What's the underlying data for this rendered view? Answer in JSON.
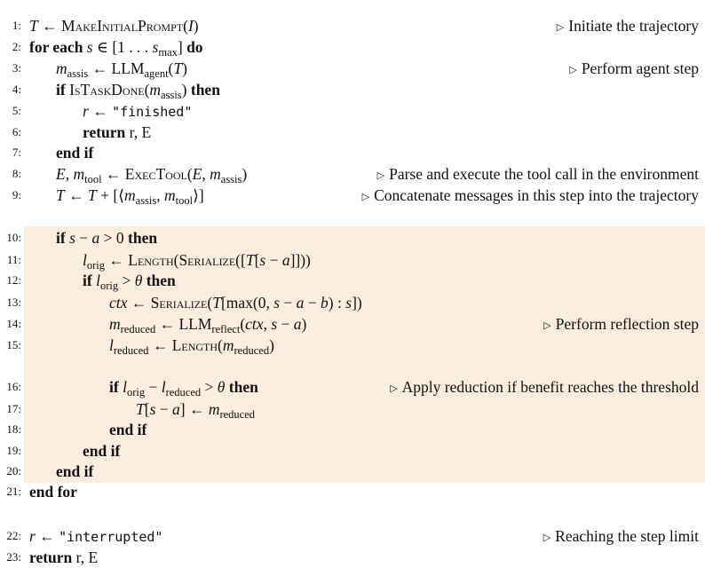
{
  "algorithm": {
    "lines": [
      {
        "no": "1:",
        "code": [
          [
            "i",
            "T"
          ],
          [
            "r",
            " ← "
          ],
          [
            "s",
            "MakeInitialPrompt"
          ],
          [
            "r",
            "("
          ],
          [
            "i",
            "I"
          ],
          [
            "r",
            ")"
          ]
        ],
        "comment": "Initiate the trajectory"
      },
      {
        "no": "2:",
        "code": [
          [
            "b",
            "for each "
          ],
          [
            "i",
            "s"
          ],
          [
            "r",
            " ∈ [1 . . . "
          ],
          [
            "i",
            "s"
          ],
          [
            "sub",
            "max"
          ],
          [
            "r",
            "] "
          ],
          [
            "b",
            "do"
          ]
        ]
      },
      {
        "no": "3:",
        "code": [
          [
            "i",
            "m"
          ],
          [
            "sub",
            "assis"
          ],
          [
            "r",
            " ← LLM"
          ],
          [
            "sub",
            "agent"
          ],
          [
            "r",
            "("
          ],
          [
            "i",
            "T"
          ],
          [
            "r",
            ")"
          ]
        ],
        "comment": "Perform agent step"
      },
      {
        "no": "4:",
        "code": [
          [
            "b",
            "if "
          ],
          [
            "s",
            "IsTaskDone"
          ],
          [
            "r",
            "("
          ],
          [
            "i",
            "m"
          ],
          [
            "sub",
            "assis"
          ],
          [
            "r",
            ") "
          ],
          [
            "b",
            "then"
          ]
        ]
      },
      {
        "no": "5:",
        "code": [
          [
            "i",
            "r"
          ],
          [
            "r",
            " ← "
          ],
          [
            "t",
            "\"finished\""
          ]
        ]
      },
      {
        "no": "6:",
        "code": [
          [
            "b",
            "return "
          ],
          [
            "r",
            "r, E"
          ]
        ]
      },
      {
        "no": "7:",
        "code": [
          [
            "b",
            "end if"
          ]
        ]
      },
      {
        "no": "8:",
        "code": [
          [
            "i",
            "E"
          ],
          [
            "r",
            ", "
          ],
          [
            "i",
            "m"
          ],
          [
            "sub",
            "tool"
          ],
          [
            "r",
            " ← "
          ],
          [
            "s",
            "ExecTool"
          ],
          [
            "r",
            "("
          ],
          [
            "i",
            "E"
          ],
          [
            "r",
            ", "
          ],
          [
            "i",
            "m"
          ],
          [
            "sub",
            "assis"
          ],
          [
            "r",
            ")"
          ]
        ],
        "comment": "Parse and execute the tool call in the environment"
      },
      {
        "no": "9:",
        "code": [
          [
            "i",
            "T"
          ],
          [
            "r",
            " ← "
          ],
          [
            "i",
            "T"
          ],
          [
            "r",
            " + [⟨"
          ],
          [
            "i",
            "m"
          ],
          [
            "sub",
            "assis"
          ],
          [
            "r",
            ", "
          ],
          [
            "i",
            "m"
          ],
          [
            "sub",
            "tool"
          ],
          [
            "r",
            "⟩]"
          ]
        ],
        "comment": "Concatenate messages in this step into the trajectory"
      },
      {
        "no": "10:",
        "code": [
          [
            "b",
            "if "
          ],
          [
            "i",
            "s"
          ],
          [
            "r",
            " − "
          ],
          [
            "i",
            "a"
          ],
          [
            "r",
            " > 0 "
          ],
          [
            "b",
            "then"
          ]
        ]
      },
      {
        "no": "11:",
        "code": [
          [
            "i",
            "l"
          ],
          [
            "sub",
            "orig"
          ],
          [
            "r",
            " ← "
          ],
          [
            "s",
            "Length"
          ],
          [
            "r",
            "("
          ],
          [
            "s",
            "Serialize"
          ],
          [
            "r",
            "(["
          ],
          [
            "i",
            "T"
          ],
          [
            "r",
            "["
          ],
          [
            "i",
            "s"
          ],
          [
            "r",
            " − "
          ],
          [
            "i",
            "a"
          ],
          [
            "r",
            "]]))"
          ]
        ]
      },
      {
        "no": "12:",
        "code": [
          [
            "b",
            "if "
          ],
          [
            "i",
            "l"
          ],
          [
            "sub",
            "orig"
          ],
          [
            "r",
            " > "
          ],
          [
            "i",
            "θ"
          ],
          [
            "r",
            " "
          ],
          [
            "b",
            "then"
          ]
        ]
      },
      {
        "no": "13:",
        "code": [
          [
            "i",
            "ctx"
          ],
          [
            "r",
            " ← "
          ],
          [
            "s",
            "Serialize"
          ],
          [
            "r",
            "("
          ],
          [
            "i",
            "T"
          ],
          [
            "r",
            "[max(0, "
          ],
          [
            "i",
            "s"
          ],
          [
            "r",
            " − "
          ],
          [
            "i",
            "a"
          ],
          [
            "r",
            " − "
          ],
          [
            "i",
            "b"
          ],
          [
            "r",
            ") : "
          ],
          [
            "i",
            "s"
          ],
          [
            "r",
            "])"
          ]
        ]
      },
      {
        "no": "14:",
        "code": [
          [
            "i",
            "m"
          ],
          [
            "sub",
            "reduced"
          ],
          [
            "r",
            " ← LLM"
          ],
          [
            "sub",
            "reflect"
          ],
          [
            "r",
            "("
          ],
          [
            "i",
            "ctx"
          ],
          [
            "r",
            ", "
          ],
          [
            "i",
            "s"
          ],
          [
            "r",
            " − "
          ],
          [
            "i",
            "a"
          ],
          [
            "r",
            ")"
          ]
        ],
        "comment": "Perform reflection step"
      },
      {
        "no": "15:",
        "code": [
          [
            "i",
            "l"
          ],
          [
            "sub",
            "reduced"
          ],
          [
            "r",
            " ← "
          ],
          [
            "s",
            "Length"
          ],
          [
            "r",
            "("
          ],
          [
            "i",
            "m"
          ],
          [
            "sub",
            "reduced"
          ],
          [
            "r",
            ")"
          ]
        ]
      },
      {
        "no": "16:",
        "code": [
          [
            "b",
            "if "
          ],
          [
            "i",
            "l"
          ],
          [
            "sub",
            "orig"
          ],
          [
            "r",
            " − "
          ],
          [
            "i",
            "l"
          ],
          [
            "sub",
            "reduced"
          ],
          [
            "r",
            " > "
          ],
          [
            "i",
            "θ"
          ],
          [
            "r",
            " "
          ],
          [
            "b",
            "then"
          ]
        ],
        "comment": "Apply reduction if benefit reaches the threshold"
      },
      {
        "no": "17:",
        "code": [
          [
            "i",
            "T"
          ],
          [
            "r",
            "["
          ],
          [
            "i",
            "s"
          ],
          [
            "r",
            " − "
          ],
          [
            "i",
            "a"
          ],
          [
            "r",
            "] ← "
          ],
          [
            "i",
            "m"
          ],
          [
            "sub",
            "reduced"
          ]
        ]
      },
      {
        "no": "18:",
        "code": [
          [
            "b",
            "end if"
          ]
        ]
      },
      {
        "no": "19:",
        "code": [
          [
            "b",
            "end if"
          ]
        ]
      },
      {
        "no": "20:",
        "code": [
          [
            "b",
            "end if"
          ]
        ]
      },
      {
        "no": "21:",
        "code": [
          [
            "b",
            "end for"
          ]
        ]
      },
      {
        "no": "22:",
        "code": [
          [
            "i",
            "r"
          ],
          [
            "r",
            " ← "
          ],
          [
            "t",
            "\"interrupted\""
          ]
        ],
        "comment": "Reaching the step limit"
      },
      {
        "no": "23:",
        "code": [
          [
            "b",
            "return "
          ],
          [
            "r",
            "r, E"
          ]
        ]
      }
    ],
    "comment_marker": "▷",
    "highlight_color": "#fdeddf"
  }
}
